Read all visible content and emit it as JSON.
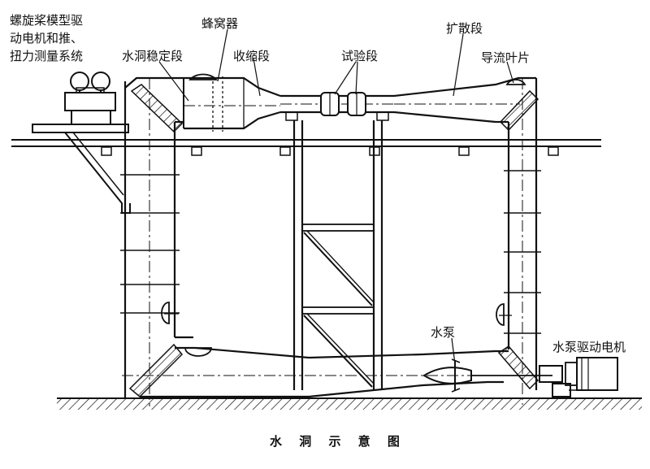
{
  "diagram": {
    "caption": "水 洞 示 意 图",
    "labels": {
      "propeller_system_line1": "螺旋桨模型驱",
      "propeller_system_line2": "动电机和推、",
      "propeller_system_line3": "扭力测量系统",
      "honeycomb": "蜂窝器",
      "settling_section": "水洞稳定段",
      "contraction_section": "收缩段",
      "test_section": "试验段",
      "diffuser_section": "扩散段",
      "guide_vanes": "导流叶片",
      "water_pump": "水泵",
      "pump_motor": "水泵驱动电机"
    },
    "colors": {
      "line": "#111111",
      "background": "#ffffff"
    }
  }
}
